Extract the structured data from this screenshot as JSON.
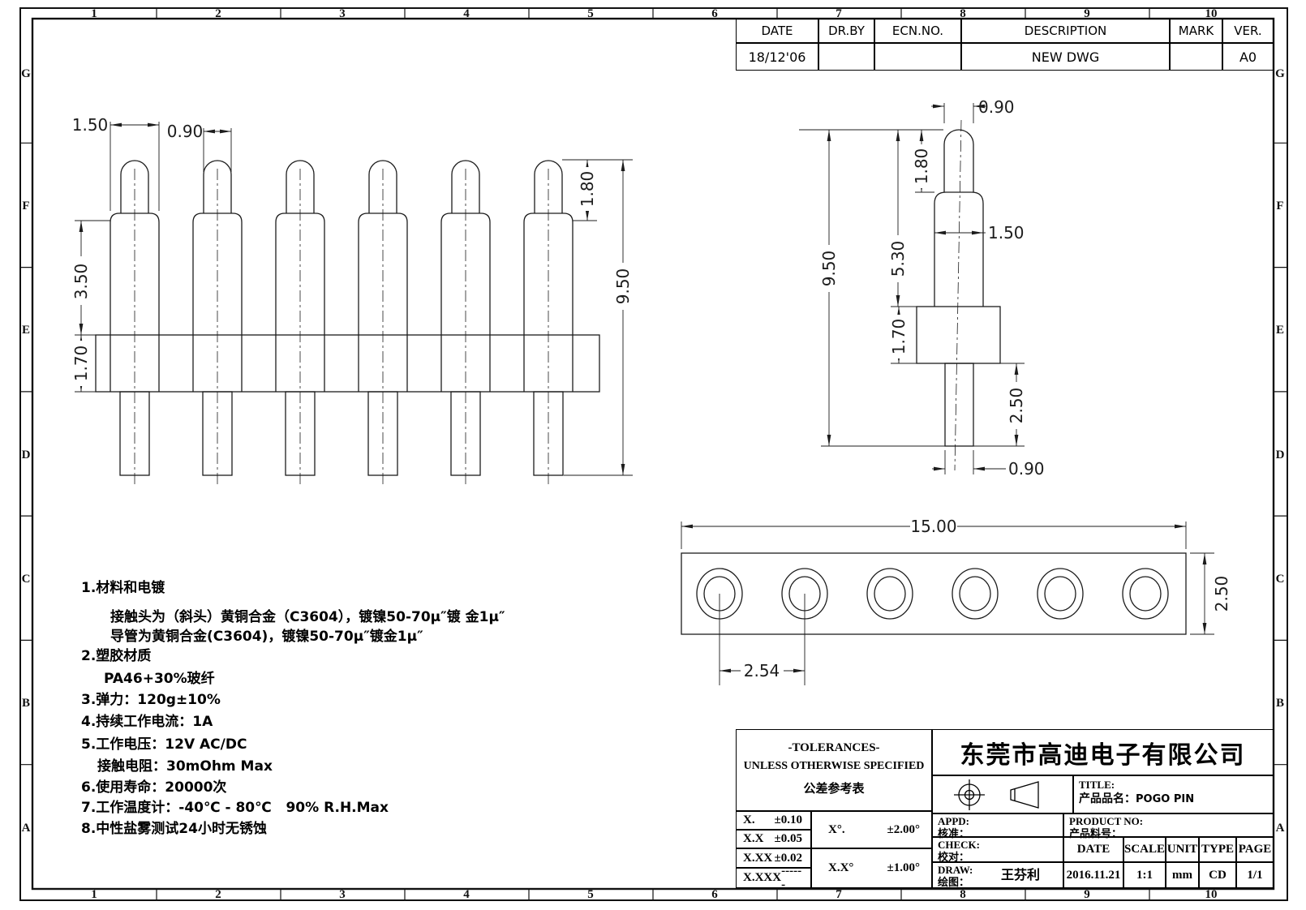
{
  "border": {
    "columns": [
      "1",
      "2",
      "3",
      "4",
      "5",
      "6",
      "7",
      "8",
      "9",
      "10"
    ],
    "rows": [
      "G",
      "F",
      "E",
      "D",
      "C",
      "B",
      "A"
    ]
  },
  "revision_table": {
    "headers": {
      "date": "DATE",
      "dr_by": "DR.BY",
      "ecn_no": "ECN.NO.",
      "description": "DESCRIPTION",
      "mark": "MARK",
      "ver": "VER."
    },
    "row": {
      "date": "18/12'06",
      "dr_by": "",
      "ecn_no": "",
      "description": "NEW  DWG",
      "mark": "",
      "ver": "A0"
    }
  },
  "notes": {
    "lines": [
      "1.材料和电镀",
      "接触头为（斜头）黄铜合金（C3604），镀镍50-70μ″镀 金1μ″",
      "导管为黄铜合金(C3604)，镀镍50-70μ″镀金1μ″",
      "2.塑胶材质",
      "PA46+30%玻纤",
      "3.弹力：120g±10%",
      "4.持续工作电流：1A",
      "5.工作电压：12V AC/DC",
      "接触电阻：30mOhm Max",
      "6.使用寿命：20000次",
      "7.工作温度计：-40℃ - 80℃   90% R.H.Max",
      "8.中性盐雾测试24小时无锈蚀"
    ]
  },
  "dimensions": {
    "front": {
      "pin_width": "1.50",
      "tip_width": "0.90",
      "exposed_height": "3.50",
      "housing_height": "1.70",
      "tip_height": "1.80",
      "total_height": "9.50"
    },
    "side": {
      "tip_dia": "0.90",
      "tip_height": "1.80",
      "barrel_dia": "1.50",
      "height_above_base": "5.30",
      "total_height": "9.50",
      "base_height": "1.70",
      "tail_length": "2.50",
      "tail_dia": "0.90"
    },
    "bottom": {
      "length": "15.00",
      "width": "2.50",
      "pitch": "2.54"
    }
  },
  "title_block": {
    "tolerances": {
      "line1": "-TOLERANCES-",
      "line2": "UNLESS OTHERWISE SPECIFIED",
      "line3": "公差参考表",
      "linear": [
        {
          "label": "X.",
          "value": "±0.10"
        },
        {
          "label": "X.X",
          "value": "±0.05"
        },
        {
          "label": "X.XX",
          "value": "±0.02"
        },
        {
          "label": "X.XXX",
          "value": "------"
        }
      ],
      "angular": [
        {
          "label": "X°.",
          "value": "±2.00°"
        },
        {
          "label": "X.X°",
          "value": "±1.00°"
        }
      ]
    },
    "company": "东莞市高迪电子有限公司",
    "title_label": "TITLE:",
    "product_name_label": "产品品名：",
    "product_name": "POGO PIN",
    "appd_label": "APPD:",
    "appd_label_cn": "核准：",
    "check_label": "CHECK:",
    "check_label_cn": "校对：",
    "draw_label": "DRAW:",
    "draw_label_cn": "绘图：",
    "draw_name": "王芬利",
    "product_no_label": "PRODUCT NO:",
    "product_no_label_cn": "产品料号：",
    "cols": {
      "date": "DATE",
      "scale": "SCALE",
      "unit": "UNIT",
      "type": "TYPE",
      "page": "PAGE"
    },
    "values": {
      "date": "2016.11.21",
      "scale": "1:1",
      "unit": "mm",
      "type": "CD",
      "page": "1/1"
    }
  }
}
